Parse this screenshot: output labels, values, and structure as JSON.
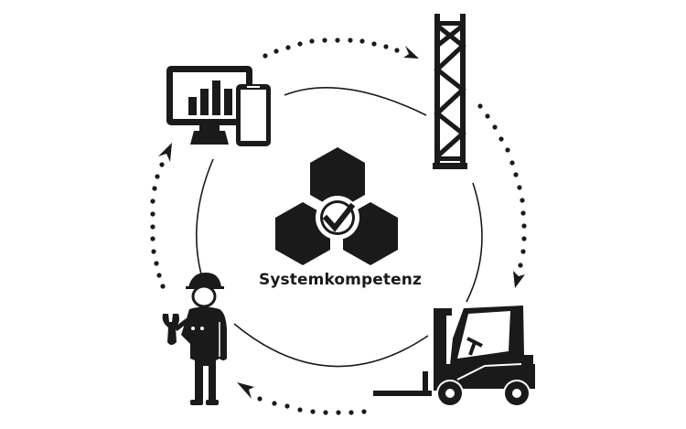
{
  "diagram": {
    "type": "cycle",
    "center": {
      "label": "Systemkompetenz",
      "icon": "three-hexagons-check-icon"
    },
    "nodes": [
      {
        "id": "software",
        "icon": "monitor-phone-chart-icon",
        "position": "top-left"
      },
      {
        "id": "racking",
        "icon": "rack-upright-icon",
        "position": "top-right"
      },
      {
        "id": "forklift",
        "icon": "forklift-icon",
        "position": "bottom-right"
      },
      {
        "id": "service",
        "icon": "technician-wrench-icon",
        "position": "bottom-left"
      }
    ],
    "edges": [
      {
        "from": "software",
        "to": "racking",
        "style": "dotted-arrow"
      },
      {
        "from": "racking",
        "to": "forklift",
        "style": "dotted-arrow"
      },
      {
        "from": "forklift",
        "to": "service",
        "style": "dotted-arrow"
      },
      {
        "from": "service",
        "to": "software",
        "style": "dotted-arrow"
      }
    ],
    "colors": {
      "ink": "#1a1a1a",
      "background": "#ffffff"
    }
  }
}
